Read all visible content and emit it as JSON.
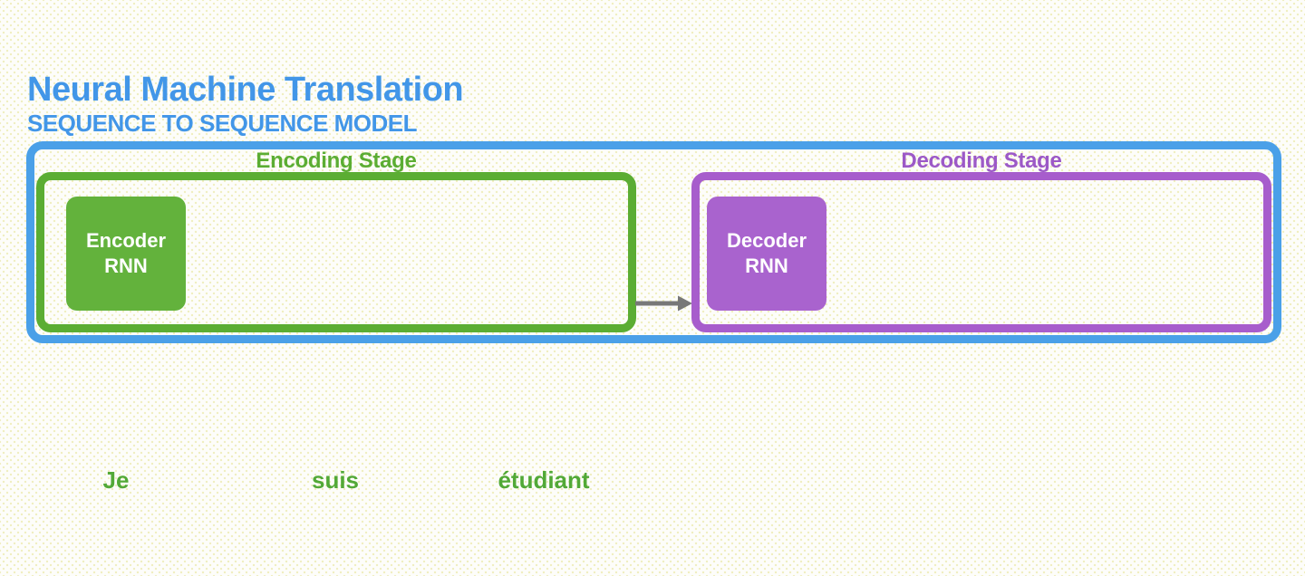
{
  "header": {
    "title": "Neural Machine Translation",
    "subtitle": "SEQUENCE TO SEQUENCE MODEL"
  },
  "diagram": {
    "encoding_stage": {
      "label": "Encoding Stage",
      "box": {
        "line1": "Encoder",
        "line2": "RNN"
      }
    },
    "decoding_stage": {
      "label": "Decoding Stage",
      "box": {
        "line1": "Decoder",
        "line2": "RNN"
      }
    },
    "arrow_icon": "right-arrow"
  },
  "input_words": [
    "Je",
    "suis",
    "étudiant"
  ],
  "colors": {
    "title_blue": "#4296E8",
    "container_blue": "#4AA0E8",
    "stage_green": "#5BAD33",
    "encoder_fill": "#63B23C",
    "stage_purple": "#A75DCC",
    "decoder_fill": "#A963CE",
    "label_purple": "#9C59C7",
    "word_green": "#52A937",
    "arrow_gray": "#787878"
  }
}
